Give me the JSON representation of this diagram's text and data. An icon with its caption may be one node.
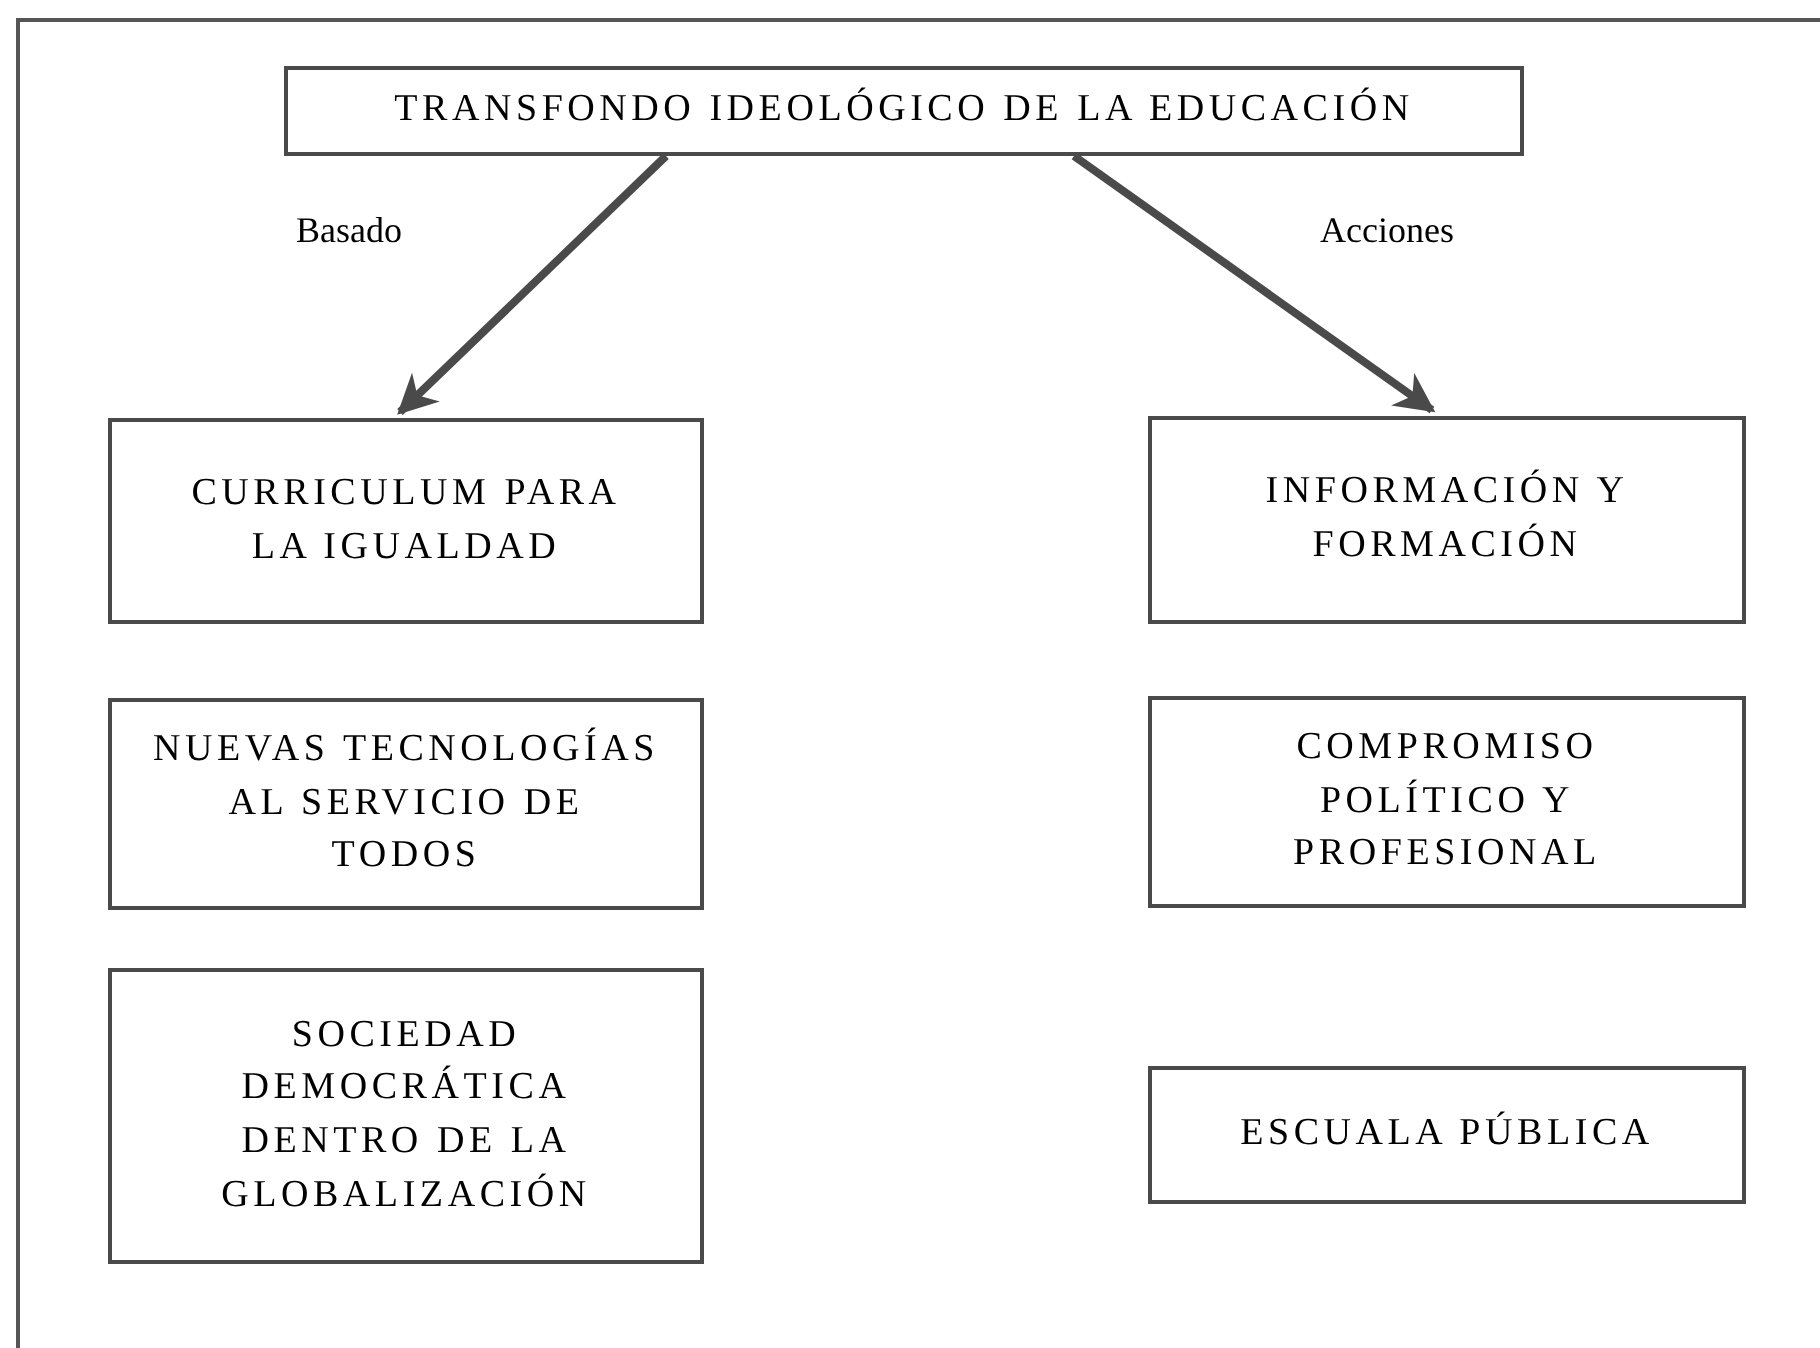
{
  "diagram": {
    "nodes": [
      {
        "text": [
          "TRANSFONDO IDEOLÓGICO DE LA EDUCACIÓN"
        ]
      },
      {
        "text": [
          "CURRICULUM PARA LA IGUALDAD"
        ]
      },
      {
        "text": [
          "NUEVAS TECNOLOGÍAS AL SERVICIO DE TODOS"
        ]
      },
      {
        "text": [
          "SOCIEDAD DEMOCRÁTICA DENTRO DE LA GLOBALIZACIÓN"
        ]
      },
      {
        "text": [
          "INFORMACIÓN Y FORMACIÓN"
        ]
      },
      {
        "text": [
          "COMPROMISO POLÍTICO Y PROFESIONAL"
        ]
      },
      {
        "text": [
          "ESCUALA PÚBLICA"
        ]
      }
    ],
    "edges": [
      {
        "from": 0,
        "to": 1,
        "arrow": "to",
        "label": "Basado"
      },
      {
        "from": 0,
        "to": 4,
        "arrow": "to",
        "label": "Acciones"
      }
    ]
  }
}
